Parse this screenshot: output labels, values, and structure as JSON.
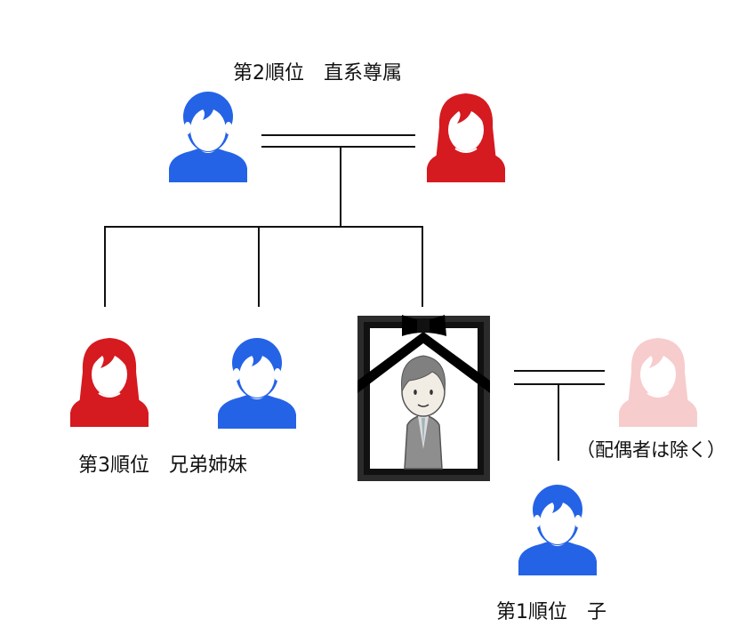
{
  "labels": {
    "rank2": "第2順位　直系尊属",
    "rank3": "第3順位　兄弟姉妹",
    "rank1": "第1順位　子",
    "spouse_note": "（配偶者は除く）"
  },
  "colors": {
    "male": "#2563e6",
    "female": "#d51a20",
    "spouse": "#f7cccd",
    "line": "#111111"
  }
}
